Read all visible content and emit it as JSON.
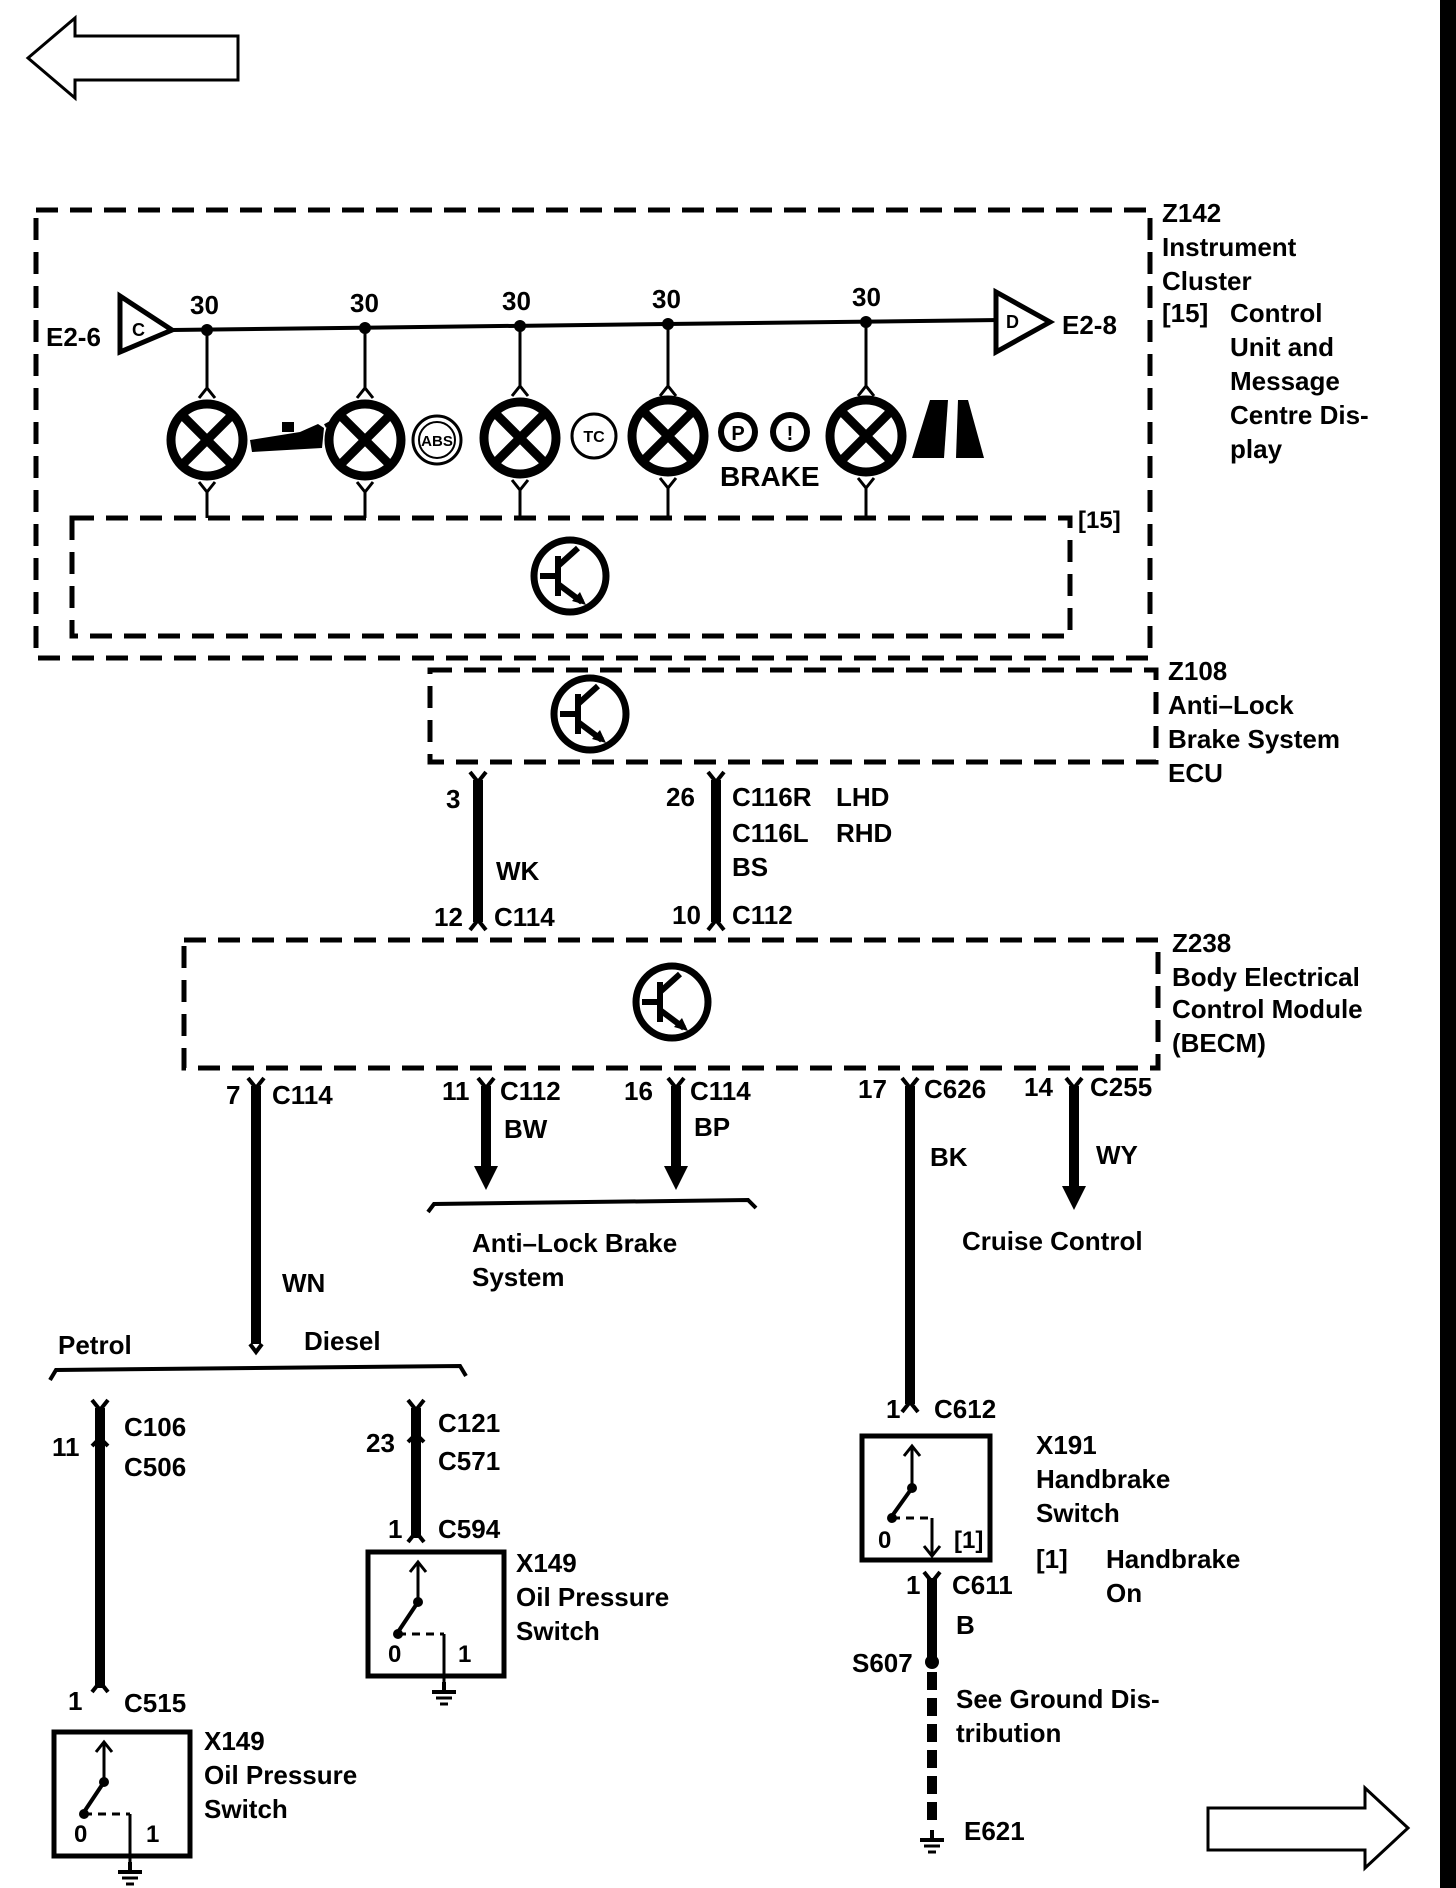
{
  "nav": {
    "prev_arrow_icon": "arrow-left-outline-icon",
    "next_arrow_icon": "arrow-right-outline-icon"
  },
  "cluster": {
    "id": "Z142",
    "name_lines": [
      "Instrument",
      "Cluster"
    ],
    "sub_ref": "[15]",
    "sub_lines": [
      "Control",
      "Unit and",
      "Message",
      "Centre Dis-",
      "play"
    ],
    "inner_ref": "[15]",
    "left_conn": "E2-6",
    "left_flag": "C",
    "right_conn": "E2-8",
    "right_flag": "D",
    "pins": [
      "30",
      "30",
      "30",
      "30",
      "30"
    ],
    "brake_label": "BRAKE",
    "abs_label": "ABS",
    "tc_label": "TC",
    "p_label": "P",
    "i_label": "!"
  },
  "abs_ecu": {
    "id": "Z108",
    "name_lines": [
      "Anti–Lock",
      "Brake System",
      "ECU"
    ]
  },
  "abs_wires": {
    "w1_top_pin": "3",
    "w1_color": "WK",
    "w1_bot_pin": "12",
    "w1_bot_conn": "C114",
    "w2_top_pin": "26",
    "w2_conn_a": "C116R",
    "w2_note_a": "LHD",
    "w2_conn_b": "C116L",
    "w2_note_b": "RHD",
    "w2_color": "BS",
    "w2_bot_pin": "10",
    "w2_bot_conn": "C112"
  },
  "becm": {
    "id": "Z238",
    "name_lines": [
      "Body Electrical",
      "Control Module",
      "(BECM)"
    ]
  },
  "becm_outputs": {
    "o1_pin": "7",
    "o1_conn": "C114",
    "o1_color": "WN",
    "o2_pin": "11",
    "o2_conn": "C112",
    "o2_color": "BW",
    "o3_pin": "16",
    "o3_conn": "C114",
    "o3_color": "BP",
    "abs_group_lines": [
      "Anti–Lock Brake",
      "System"
    ],
    "o4_pin": "17",
    "o4_conn": "C626",
    "o4_color": "BK",
    "o5_pin": "14",
    "o5_conn": "C255",
    "o5_color": "WY",
    "cruise_label": "Cruise Control"
  },
  "petrol": {
    "label": "Petrol",
    "pin_a": "11",
    "conn_a": "C106",
    "conn_b": "C506",
    "pin_c": "1",
    "conn_c": "C515",
    "switch_id": "X149",
    "switch_lines": [
      "Oil Pressure",
      "Switch"
    ],
    "pos0": "0",
    "pos1": "1"
  },
  "diesel": {
    "label": "Diesel",
    "pin_a": "23",
    "conn_a": "C121",
    "conn_b": "C571",
    "pin_c": "1",
    "conn_c": "C594",
    "switch_id": "X149",
    "switch_lines": [
      "Oil Pressure",
      "Switch"
    ],
    "pos0": "0",
    "pos1": "1"
  },
  "handbrake": {
    "pin_top": "1",
    "conn_top": "C612",
    "switch_id": "X191",
    "switch_lines": [
      "Handbrake",
      "Switch"
    ],
    "pos0": "0",
    "pos_ref": "[1]",
    "note_ref": "[1]",
    "note_lines": [
      "Handbrake",
      "On"
    ],
    "pin_bot": "1",
    "conn_bot": "C611",
    "wire_color": "B",
    "splice": "S607",
    "ground_lines": [
      "See Ground Dis-",
      "tribution"
    ],
    "ground": "E621"
  }
}
